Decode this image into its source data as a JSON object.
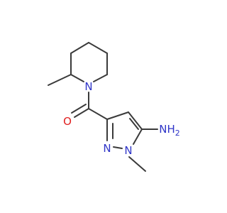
{
  "molecule": {
    "colors": {
      "bond": "#3a3a3a",
      "nitrogen": "#2f35c8",
      "oxygen": "#e02020"
    },
    "atoms": {
      "piperidine_n": {
        "symbol": "N",
        "element": "nitrogen"
      },
      "carbonyl_o": {
        "symbol": "O",
        "element": "oxygen"
      },
      "pyrazole_n2": {
        "symbol": "N",
        "element": "nitrogen"
      },
      "pyrazole_n1": {
        "symbol": "N",
        "element": "nitrogen"
      },
      "amine": {
        "symbol": "NH2",
        "element": "nitrogen",
        "main": "NH",
        "subscript": "2"
      }
    }
  }
}
